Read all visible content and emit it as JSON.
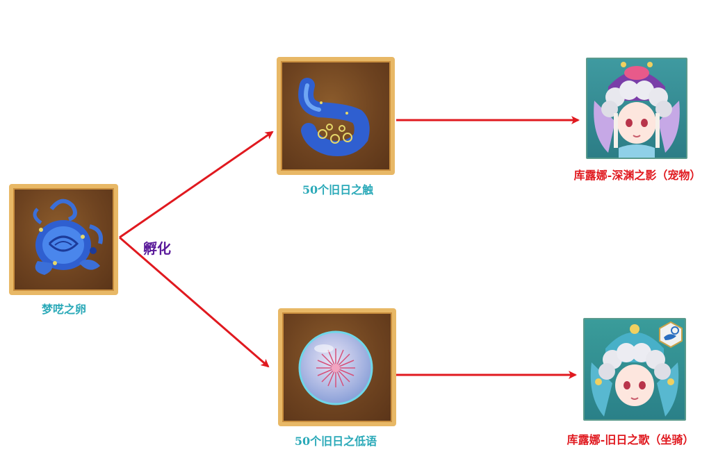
{
  "nodes": {
    "egg": {
      "label": "梦呓之卵"
    },
    "tentacle": {
      "label": "50个旧日之触"
    },
    "whisper": {
      "label": "50个旧日之低语"
    },
    "pet": {
      "label": "库露娜-深渊之影（宠物）"
    },
    "mount": {
      "label": "库露娜-旧日之歌（坐骑）"
    }
  },
  "edges": {
    "hatch_label": "孵化"
  },
  "colors": {
    "arrow": "#e0191f",
    "label_item": "#2aa9b8",
    "label_result": "#e0191f",
    "label_action": "#5a1a9a",
    "frame_gold": "#e8b866"
  }
}
